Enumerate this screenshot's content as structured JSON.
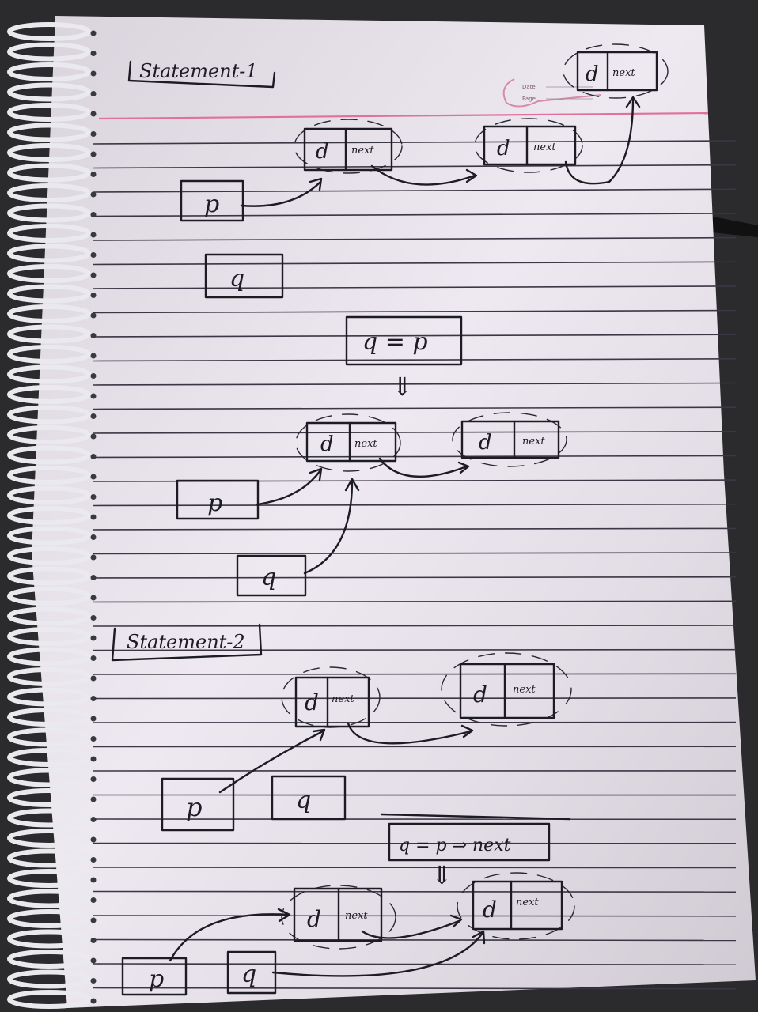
{
  "notes": {
    "statement_1": {
      "heading": "Statement-1",
      "pointer_p": "p",
      "pointer_q": "q",
      "assignment": "q = p",
      "result_arrow": "⇓",
      "node_data": "d",
      "node_next": "next"
    },
    "statement_2": {
      "heading": "Statement-2",
      "pointer_p": "p",
      "pointer_q": "q",
      "assignment": "q = p ⇒ next",
      "result_arrow": "⇓",
      "node_data": "d",
      "node_next": "next"
    },
    "printed_margin": {
      "date_label": "Date",
      "page_label": "Page"
    }
  },
  "colors": {
    "background": "#2b2a2c",
    "paper": "#e8e3ea",
    "ink": "#1d1b24",
    "margin_line": "#e0719a",
    "spiral": "#e9e9ee"
  }
}
